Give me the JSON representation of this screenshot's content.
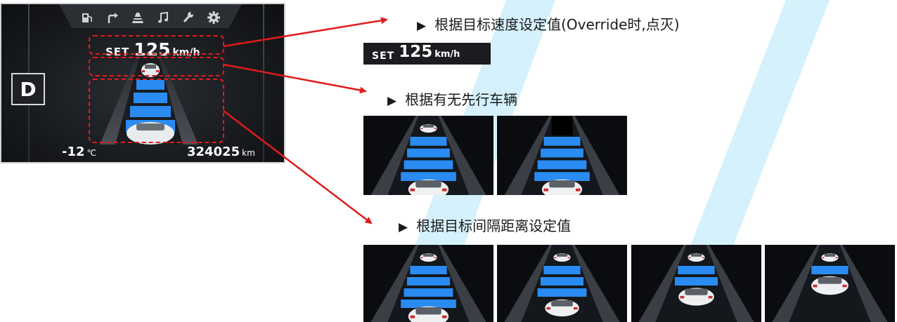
{
  "cluster": {
    "gear": "D",
    "set_label": "SET",
    "set_speed": "125",
    "speed_unit": "km/h",
    "temperature": "-12",
    "temperature_unit": "℃",
    "odometer": "324025",
    "odometer_unit": "km",
    "top_icons": [
      "fuel-pump-icon",
      "turn-right-arrow-icon",
      "road-icon",
      "music-note-icon",
      "wrench-icon",
      "gear-settings-icon"
    ]
  },
  "annotations": [
    {
      "marker": "▶",
      "text": "根据目标速度设定值(Override时,点灭)"
    },
    {
      "marker": "▶",
      "text": "根据有无先行车辆"
    },
    {
      "marker": "▶",
      "text": "根据目标间隔距离设定值"
    }
  ],
  "set_badge": {
    "label": "SET",
    "value": "125",
    "unit": "km/h"
  },
  "vehicle_presence_panels": [
    {
      "lead_vehicle": true,
      "distance_bars": 4
    },
    {
      "lead_vehicle": false,
      "distance_bars": 4
    }
  ],
  "gap_panels": [
    {
      "distance_bars": 4
    },
    {
      "distance_bars": 3
    },
    {
      "distance_bars": 2
    },
    {
      "distance_bars": 1
    }
  ],
  "colors": {
    "accent_blue": "#2a8bf2",
    "dash_red": "#e01b1b",
    "stripe_light_blue": "#cdeefb"
  }
}
